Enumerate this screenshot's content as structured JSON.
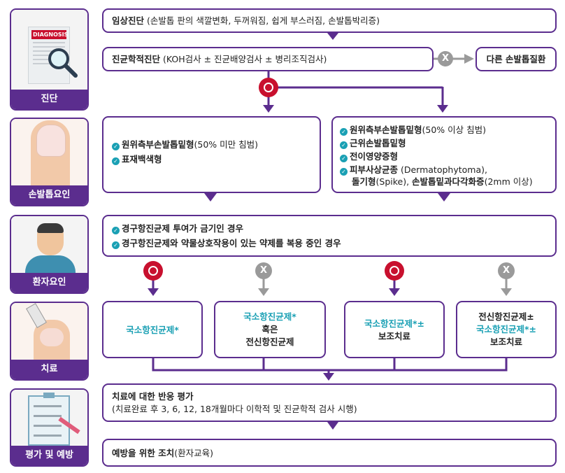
{
  "sections": {
    "diagnosis": "진단",
    "nail_factor": "손발톱요인",
    "patient_factor": "환자요인",
    "treatment": "치료",
    "evaluation": "평가 및 예방"
  },
  "icons": {
    "diagnosis_paper_label": "DIAGNOSIS"
  },
  "diagnosis": {
    "clinical_bold": "임상진단",
    "clinical_rest": " (손발톱 판의 색깔변화, 두꺼워짐, 쉽게 부스러짐, 손발톱박리증)",
    "mycology_bold": "진균학적진단",
    "mycology_rest": " (KOH검사 ± 진균배양검사 ± 병리조직검사)",
    "other_disease": "다른 손발톱질환"
  },
  "nail": {
    "left_1_bold": "원위측부손발톱밑형",
    "left_1_rest": "(50% 미만 침범)",
    "left_2_bold": "표재백색형",
    "right_1_bold": "원위측부손발톱밑형",
    "right_1_rest": "(50% 이상 침범)",
    "right_2_bold": "근위손발톱밑형",
    "right_3_bold": "전이영양증형",
    "right_4_bold": "피부사상균종",
    "right_4_rest": " (Dermatophytoma),",
    "right_5a_bold": "돌기형",
    "right_5a_rest": "(Spike), ",
    "right_5b_bold": "손발톱밑과다각화증",
    "right_5b_rest": "(2mm 이상)"
  },
  "patient": {
    "line_1": "경구항진균제 투여가 금기인 경우",
    "line_2": "경구항진균제와 약물상호작용이 있는 약제를 복용 중인 경우"
  },
  "treatment": {
    "t1_line1": "국소항진균제*",
    "t2_line1": "국소항진균제*",
    "t2_line2": "혹은",
    "t2_line3": "전신항진균제",
    "t3_line1": "국소항진균제*±",
    "t3_line2": "보조치료",
    "t4_line1": "전신항진균제±",
    "t4_line2": "국소항진균제*±",
    "t4_line3": "보조치료"
  },
  "evaluation": {
    "response_bold": "치료에 대한 반응 평가",
    "response_sub": "(치료완료 후 3, 6, 12, 18개월마다 이학적 및 진균학적 검사 시행)",
    "prevention_bold": "예방을 위한 조치",
    "prevention_rest": "(환자교육)"
  },
  "markers": {
    "yes_symbol": "O",
    "no_symbol": "X"
  },
  "colors": {
    "primary_purple": "#5b2d8e",
    "accent_teal": "#1aa0b4",
    "yes_red": "#c8102e",
    "no_gray": "#9a9a9a"
  }
}
